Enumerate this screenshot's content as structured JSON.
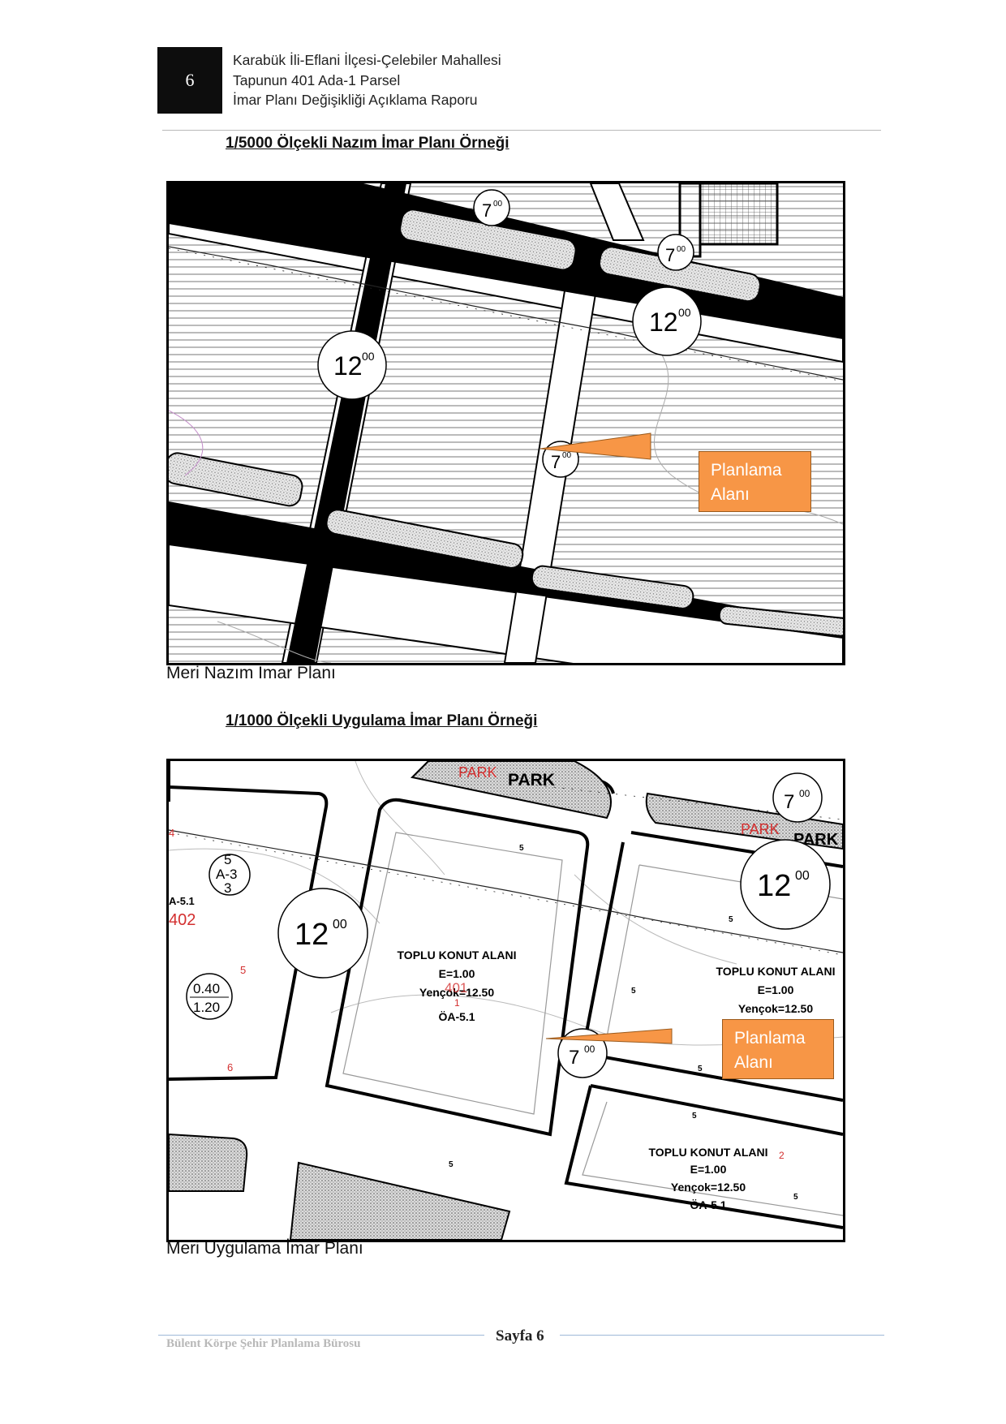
{
  "header": {
    "page_number": "6",
    "line1": "Karabük İli-Eflani İlçesi-Çelebiler Mahallesi",
    "line2": "Tapunun 401 Ada-1 Parsel",
    "line3": "İmar Planı Değişikliği Açıklama Raporu"
  },
  "section1": {
    "title": "1/5000 Ölçekli Nazım İmar Planı Örneği",
    "caption": "Meri Nazım İmar Planı",
    "callout": [
      "Planlama",
      "Alanı"
    ],
    "circles": [
      {
        "main": "7",
        "sup": "00"
      },
      {
        "main": "7",
        "sup": "00"
      },
      {
        "main": "12",
        "sup": "00"
      },
      {
        "main": "12",
        "sup": "00"
      },
      {
        "main": "7",
        "sup": "00"
      }
    ]
  },
  "section2": {
    "title": "1/1000 Ölçekli Uygulama İmar Planı Örneği",
    "caption": "Meri Uygulama İmar Planı",
    "callout": [
      "Planlama",
      "Alanı"
    ],
    "park_red": "PARK",
    "park_black": "PARK",
    "circle_7": {
      "main": "7",
      "sup": "00"
    },
    "circle_12a": {
      "main": "12",
      "sup": "00"
    },
    "circle_12b": {
      "main": "12",
      "sup": "00"
    },
    "circle_7b": {
      "main": "7",
      "sup": "00"
    },
    "a3_top": "5",
    "a3_mid": "A-3",
    "a3_bot": "3",
    "oa_left": "A-5.1",
    "parcel_402": "402",
    "ratio_top": "0.40",
    "ratio_bot": "1.20",
    "parcel_401": "401",
    "parcel_1": "1",
    "parcel_2": "2",
    "num_4": "4",
    "num_6": "6",
    "num_5": "5",
    "zone1": {
      "name": "TOPLU KONUT ALANI",
      "e": "E=1.00",
      "h": "Yençok=12.50",
      "oa": "ÖA-5.1"
    },
    "zone2": {
      "name": "TOPLU KONUT ALANI",
      "e": "E=1.00",
      "h": "Yençok=12.50"
    },
    "zone3": {
      "name": "TOPLU KONUT ALANI",
      "e": "E=1.00",
      "h": "Yençok=12.50",
      "oa": "ÖA-5.1"
    }
  },
  "footer": {
    "office": "Bülent Körpe Şehir Planlama Bürosu",
    "page_label": "Sayfa 6"
  }
}
